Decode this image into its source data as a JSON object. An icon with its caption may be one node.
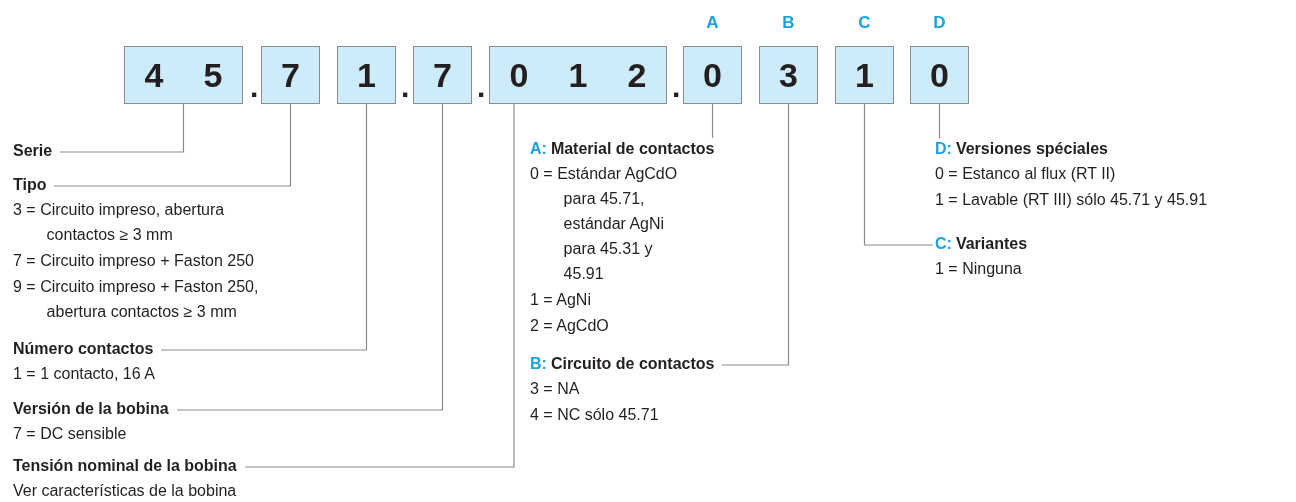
{
  "diagram": {
    "nodes": [
      {
        "text": [
          "4 5"
        ]
      },
      {
        "text": [
          "7"
        ]
      },
      {
        "text": [
          "1"
        ]
      },
      {
        "text": [
          "7"
        ]
      },
      {
        "text": [
          "0 1 2"
        ]
      },
      {
        "text": [
          "0"
        ],
        "beside": [
          "A"
        ]
      },
      {
        "text": [
          "3"
        ],
        "beside": [
          "B"
        ]
      },
      {
        "text": [
          "1"
        ],
        "beside": [
          "C"
        ]
      },
      {
        "text": [
          "0"
        ],
        "beside": [
          "D"
        ]
      },
      {
        "text": [
          "Serie"
        ]
      },
      {
        "text": [
          "Tipo",
          "3 = Circuito impreso, abertura contactos ≥ 3 mm",
          "7 = Circuito impreso + Faston 250",
          "9 = Circuito impreso + Faston 250, abertura contactos ≥ 3 mm"
        ]
      },
      {
        "text": [
          "Número contactos",
          "1 = 1 contacto, 16 A"
        ]
      },
      {
        "text": [
          "Versión de la bobina",
          "7 = DC sensible"
        ]
      },
      {
        "text": [
          "Tensión nominal de la bobina",
          "Ver características de la bobina"
        ]
      },
      {
        "text": [
          "A:",
          "Material de contactos",
          "0 = Estándar AgCdO para 45.71, estándar AgNi para 45.31 y 45.91",
          "1 = AgNi",
          "2 = AgCdO"
        ]
      },
      {
        "text": [
          "B:",
          "Circuito de contactos",
          "3 = NA",
          "4 = NC sólo 45.71"
        ]
      },
      {
        "text": [
          "C:",
          "Variantes",
          "1 = Ninguna"
        ]
      },
      {
        "text": [
          "D:",
          "Versiones spéciales",
          "0 = Estanco al flux (RT II)",
          "1 = Lavable (RT III) sólo 45.71 y 45.91"
        ]
      }
    ],
    "edges": [
      {
        "from": 9,
        "to": 0,
        "arrow": "none"
      },
      {
        "from": 10,
        "to": 1,
        "arrow": "none"
      },
      {
        "from": 11,
        "to": 2,
        "arrow": "none"
      },
      {
        "from": 12,
        "to": 3,
        "arrow": "none"
      },
      {
        "from": 13,
        "to": 4,
        "arrow": "none"
      },
      {
        "from": 14,
        "to": 5,
        "arrow": "none"
      },
      {
        "from": 15,
        "to": 6,
        "arrow": "none"
      },
      {
        "from": 16,
        "to": 7,
        "arrow": "none"
      },
      {
        "from": 17,
        "to": 8,
        "arrow": "none"
      }
    ],
    "labels": [
      ".",
      ".",
      ".",
      "."
    ]
  }
}
